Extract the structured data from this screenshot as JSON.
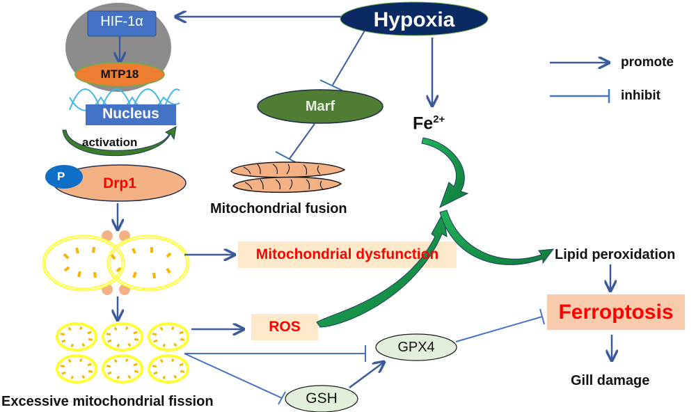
{
  "nodes": {
    "hypoxia": "Hypoxia",
    "hif1a": "HIF-1α",
    "mtp18": "MTP18",
    "nucleus": "Nucleus",
    "activation": "activation",
    "p": "P",
    "drp1": "Drp1",
    "marf": "Marf",
    "mito_fusion": "Mitochondrial fusion",
    "fe_base": "Fe",
    "fe_sup": "2+",
    "mito_dysfunction": "Mitochondrial dysfunction",
    "ros": "ROS",
    "gpx4": "GPX4",
    "gsh": "GSH",
    "excessive_fission": "Excessive mitochondrial fission",
    "lipid_peroxidation": "Lipid peroxidation",
    "ferroptosis": "Ferroptosis",
    "gill_damage": "Gill damage"
  },
  "legend": {
    "promote": "promote",
    "inhibit": "inhibit"
  },
  "colors": {
    "arrow": "#3a5a9c",
    "hypoxia_fill": "#0b2a63",
    "marf_fill": "#4f7d34",
    "hif_fill": "#4472c4",
    "mtp18_fill": "#ed7d31",
    "drp1_fill": "#f4b183",
    "red_text": "#ff0000",
    "highlight_box": "#fde9c9",
    "ferroptosis_box": "#f8cbad",
    "green_arrow": "#1aa050",
    "mito_yellow": "#ffff33",
    "cristae": "#f5b500",
    "node_light": "#e2efda"
  }
}
